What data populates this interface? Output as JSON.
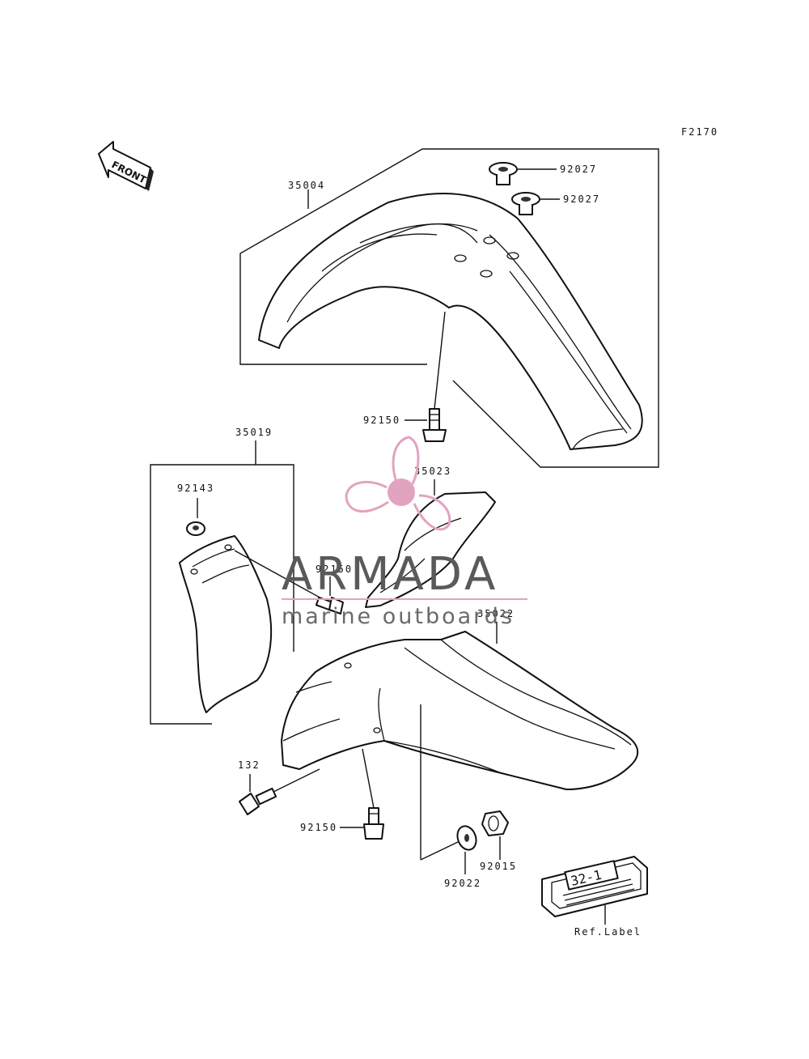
{
  "figure_code": "F2170",
  "direction_label": "FRONT",
  "parts": [
    {
      "id": "front-fender",
      "number": "35004"
    },
    {
      "id": "front-fender-cap-a",
      "number": "92027"
    },
    {
      "id": "front-fender-cap-b",
      "number": "92027"
    },
    {
      "id": "front-fender-bolt",
      "number": "92150"
    },
    {
      "id": "side-cover-assembly",
      "number": "35019"
    },
    {
      "id": "side-cover-grommet",
      "number": "92143"
    },
    {
      "id": "side-cover-bolt",
      "number": "92150"
    },
    {
      "id": "mud-flap",
      "number": "35023"
    },
    {
      "id": "rear-fender",
      "number": "35022"
    },
    {
      "id": "rear-fender-bolt-132",
      "number": "132"
    },
    {
      "id": "rear-fender-bolt",
      "number": "92150"
    },
    {
      "id": "washer",
      "number": "92022"
    },
    {
      "id": "collar",
      "number": "92015"
    }
  ],
  "ref_label": {
    "caption": "Ref.Label",
    "plate_text": "32-1"
  },
  "watermark": {
    "brand": "ARMADA",
    "tagline": "marine outboards",
    "accent_color": "#e2a3c0"
  }
}
